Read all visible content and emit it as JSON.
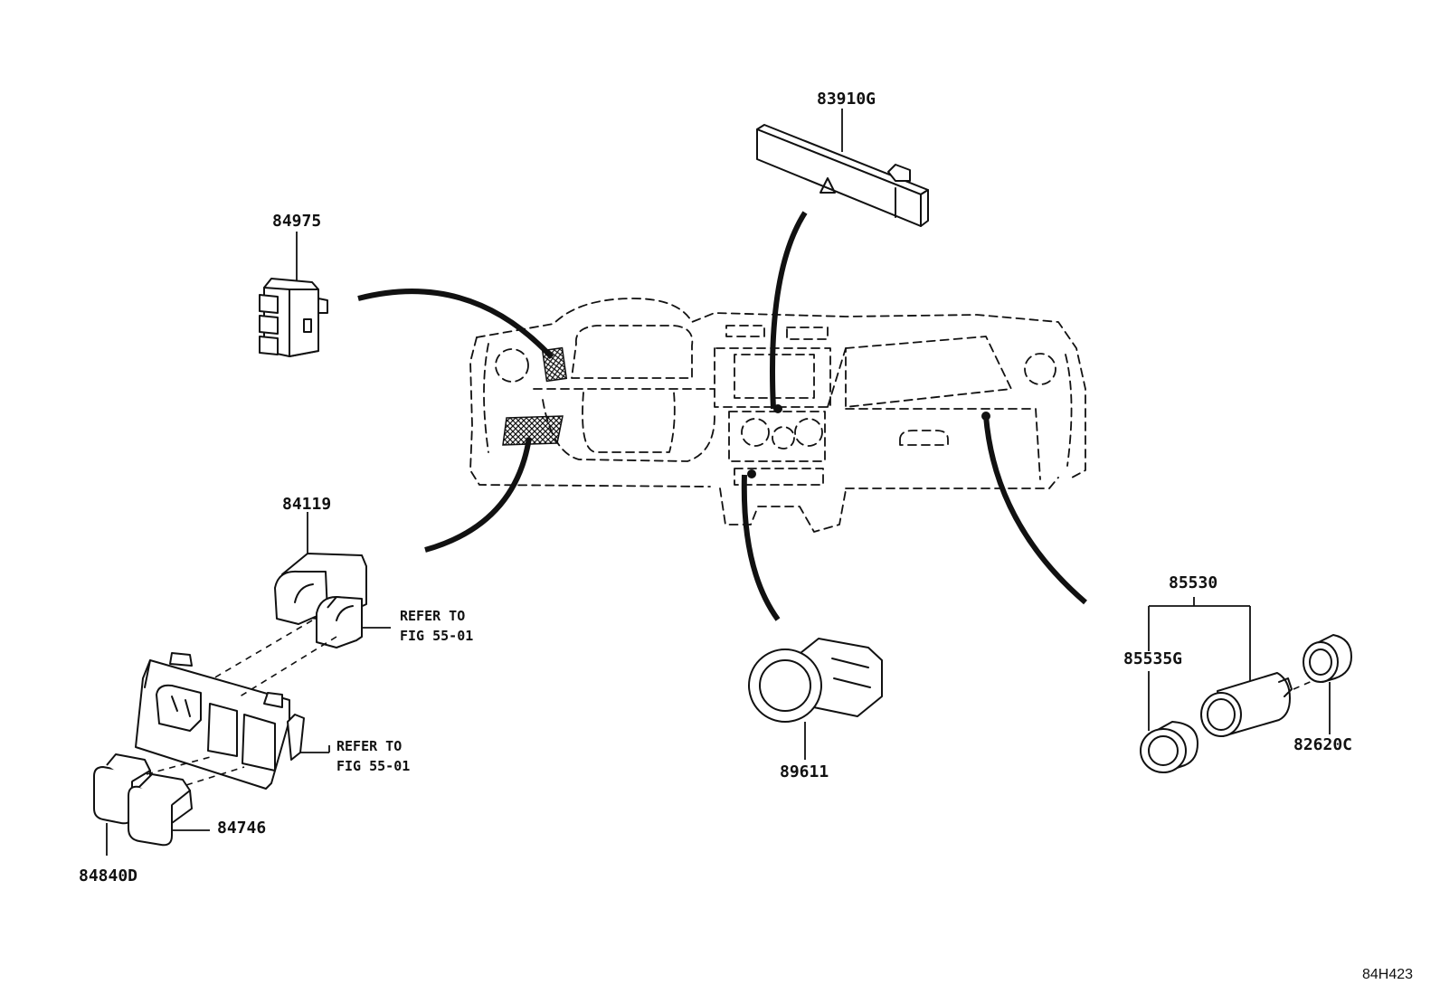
{
  "parts": {
    "p83910G": "83910G",
    "p84975": "84975",
    "p84119": "84119",
    "p84746": "84746",
    "p84840D": "84840D",
    "p89611": "89611",
    "p85530": "85530",
    "p85535G": "85535G",
    "p82620C": "82620C"
  },
  "references": {
    "ref_upper": [
      "REFER TO",
      "FIG 55-01"
    ],
    "ref_lower": [
      "REFER TO",
      "FIG 55-01"
    ]
  },
  "drawing_id": "84H423"
}
